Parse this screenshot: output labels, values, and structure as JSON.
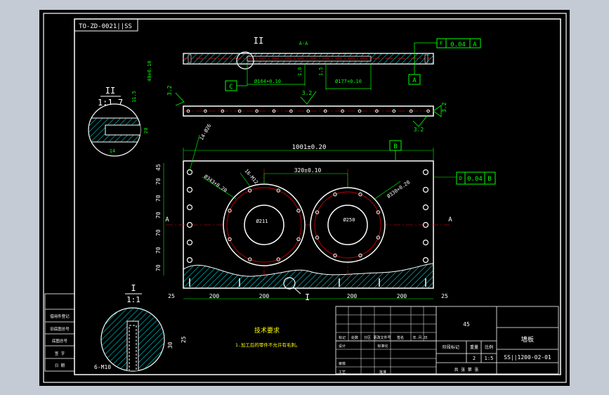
{
  "sheet": {
    "corner_code": "TO-ZD-0021||SS",
    "section_label": "A-A",
    "detail_ii_label": "II",
    "detail_ii_scale": "1:1.7",
    "detail_i_label": "I",
    "detail_i_scale": "1:1"
  },
  "dims": {
    "thickness_left": "40±0.10",
    "d164": "Ø164+0.10",
    "d177": "Ø177+0.10",
    "step_16": "1.6",
    "step_15": "1.5",
    "rough_32_a": "3.2",
    "rough_32_b": "3.2",
    "rough_32_c": "3.2",
    "rough_32_d": "3.2",
    "detail_11_5": "11.5",
    "detail_14": "14",
    "detail_20": "20",
    "holes_14": "14-Ø26",
    "overall_len": "1001±0.20",
    "center_dist": "320±0.10",
    "holes_16": "16-M12",
    "d343": "Ø343+0.20",
    "d211": "Ø211",
    "d250": "Ø250",
    "d330": "Ø330+0.20",
    "v45": "45",
    "v70_1": "70",
    "v70_2": "70",
    "v70_3": "70",
    "v70_4": "70",
    "v70_5": "70",
    "v70_6": "70",
    "b25_l": "25",
    "b200_1": "200",
    "b200_2": "200",
    "b200_3": "200",
    "b200_4": "200",
    "b25_r": "25",
    "detail_30": "30",
    "detail_25": "25",
    "detail_m10": "6-M10"
  },
  "datums": {
    "C": "C",
    "A": "A",
    "B": "B",
    "section_a_left": "A",
    "section_a_right": "A"
  },
  "tolerances": {
    "flatness_sym": "F",
    "flatness_val": "0.04",
    "flatness_ref": "A",
    "parallel_sym": "D",
    "parallel_val": "0.04",
    "parallel_ref": "B"
  },
  "notes": {
    "title": "技术要求",
    "line1": "1.加工后的零件不允许有毛刺。"
  },
  "title_block": {
    "material": "45",
    "part_name": "墙板",
    "drawing_no": "SS||1200-02-01",
    "weight_label": "重量",
    "weight": "2",
    "scale_label": "比例",
    "scale": "1:5",
    "stage_label": "阶段标记",
    "sheet_label": "共   张   第   张",
    "h_mark": "标记",
    "h_count": "处数",
    "h_zone": "分区",
    "h_doc": "更改文件号",
    "h_sign": "签名",
    "h_date": "年.月.日",
    "designer": "设计",
    "standard": "标准化",
    "checker": "审核",
    "process": "工艺",
    "approve": "批准"
  },
  "left_strip": [
    "借用件登记",
    "旧底图总号",
    "底图总号",
    "签  字",
    "日  期"
  ],
  "colors": {
    "background": "#000000",
    "frame": "#ffffff",
    "dimension": "#00ff00",
    "hatch": "#00ffff",
    "centerline": "#ff0000",
    "title": "#ffff00"
  }
}
